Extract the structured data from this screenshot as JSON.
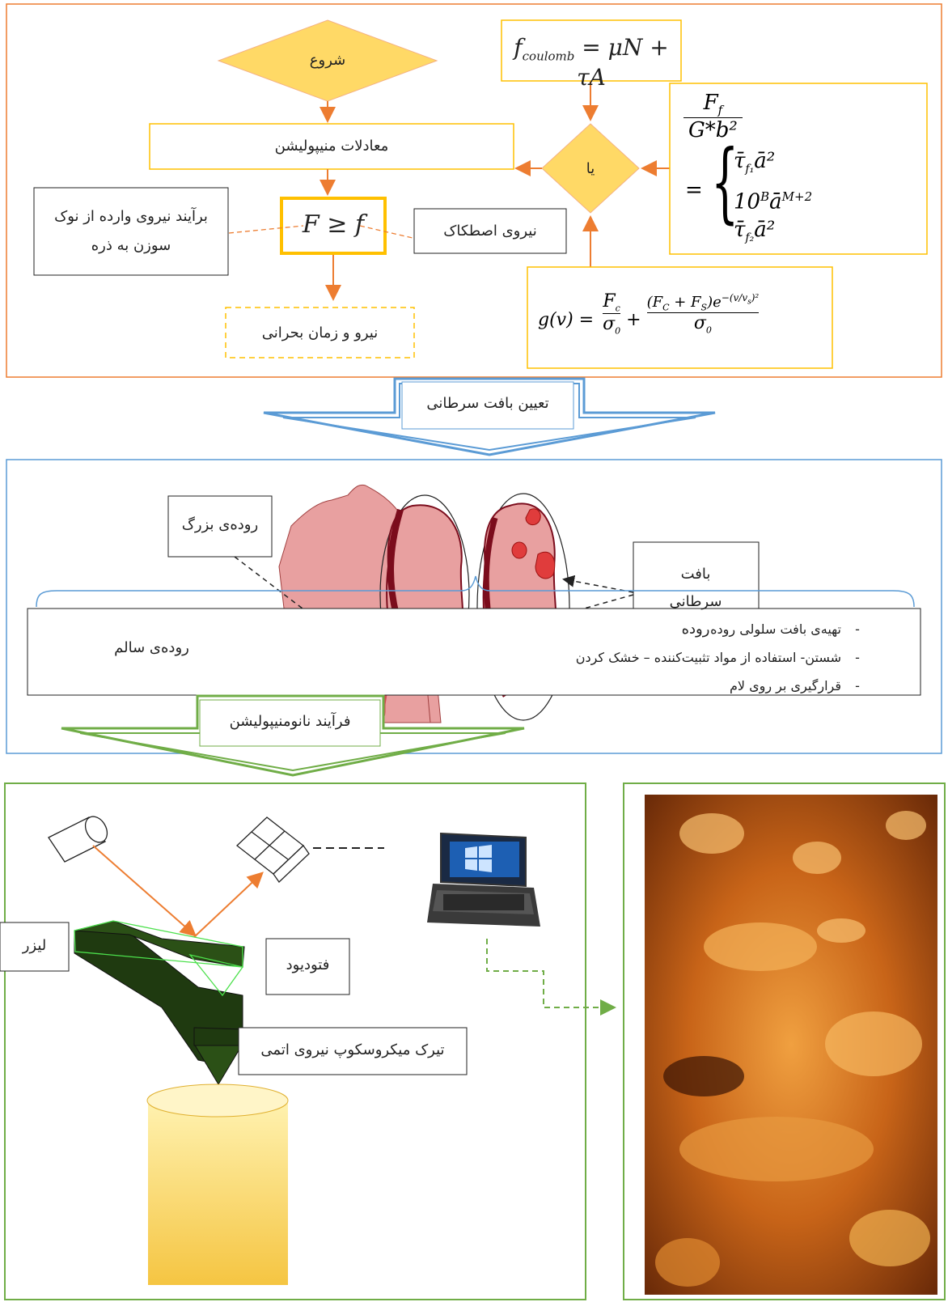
{
  "flowchart": {
    "start": "شروع",
    "manipulation_equations": "معادلات منیپولیشن",
    "or_label": "یا",
    "condition": "F ≥ f",
    "tip_force_note": "برآیند نیروی وارده از نوک سوزن به ذره",
    "friction_force": "نیروی اصطکاک",
    "critical_output": "نیرو و زمان بحرانی",
    "coulomb_formula": "f_coulomb = μN + τA",
    "jkr_formula": "F_f / G*b² = { τ̄_f1 ā² ; 10^B ā^(M+2) ; τ̄_f2 ā² }",
    "gv_formula": "g(v) = F_c/σ₀ + (F_C + F_S) e^(−(v/v_s)²) / σ₀"
  },
  "arrow1": {
    "label": "تعیین بافت سرطانی",
    "color": "#5b9bd5"
  },
  "anatomy": {
    "large_intestine": "روده‌ی بزرگ",
    "healthy_intestine": "روده‌ی سالم",
    "cancer_tissue": "بافت سرطانی روده"
  },
  "prep_steps": [
    "تهیه‌ی بافت سلولی روده",
    "شستن- استفاده از مواد تثبیت‌کننده – خشک کردن",
    "قرارگیری بر روی لام"
  ],
  "arrow2": {
    "label": "فرآیند نانومنیپولیشن",
    "color": "#70ad47"
  },
  "afm": {
    "laser": "لیزر",
    "photodiode": "فتودیود",
    "cantilever": "تیرک میکروسکوپ نیروی اتمی"
  },
  "colors": {
    "orange": "#ed7d31",
    "gold": "#ffc000",
    "blue_border": "#5b9bd5",
    "green_border": "#70ad47",
    "tissue_pink": "#e8a0a0",
    "dark_red": "#7b0c1c"
  }
}
